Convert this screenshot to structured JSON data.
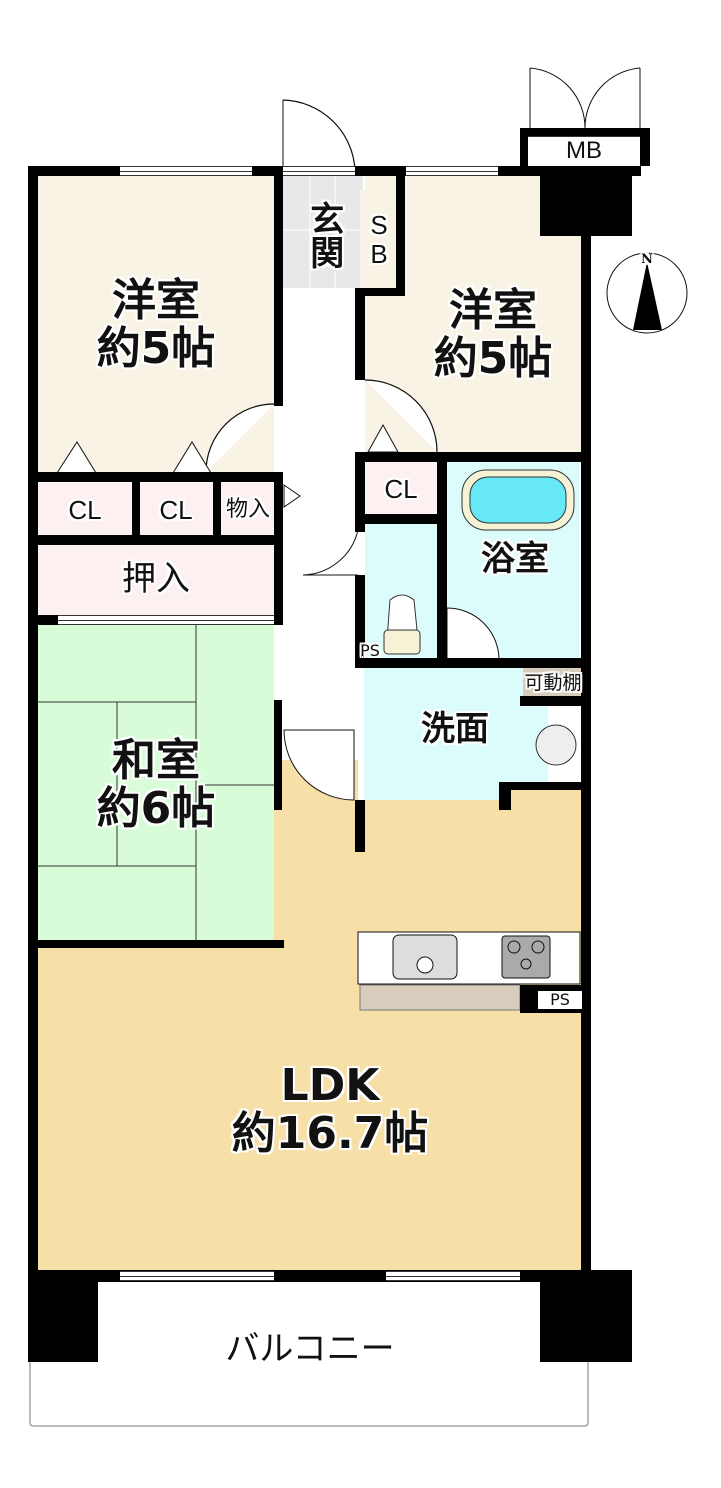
{
  "floorplan": {
    "rooms": {
      "western_room_1": {
        "name": "洋室",
        "size": "約5帖"
      },
      "western_room_2": {
        "name": "洋室",
        "size": "約5帖"
      },
      "japanese_room": {
        "name": "和室",
        "size": "約6帖"
      },
      "ldk": {
        "name": "LDK",
        "size": "約16.7帖"
      },
      "entrance": {
        "name": "玄関"
      },
      "shoe_box": {
        "name": "SB",
        "line1": "S",
        "line2": "B"
      },
      "bathroom": {
        "name": "浴室"
      },
      "washroom": {
        "name": "洗面"
      },
      "balcony": {
        "name": "バルコニー"
      }
    },
    "storage": {
      "closet_1": "CL",
      "closet_2": "CL",
      "closet_3": "CL",
      "storage_room": "物入",
      "oshiire": "押入",
      "adjustable_shelf": "可動棚"
    },
    "utility": {
      "meter_box": "MB",
      "pipe_space_1": "PS",
      "pipe_space_2": "PS"
    },
    "compass": {
      "label": "N"
    },
    "colors": {
      "western_room": "#f8f3e4",
      "japanese_room": "#d8fcd8",
      "ldk": "#f6e0a8",
      "wet_area": "#dcfcfc",
      "storage": "#fcf0f0",
      "entrance": "#e8e8e8",
      "counter_shadow": "#d8ccbc",
      "bath_water": "#66e8f8",
      "bath_rim": "#f6f2d6"
    }
  }
}
